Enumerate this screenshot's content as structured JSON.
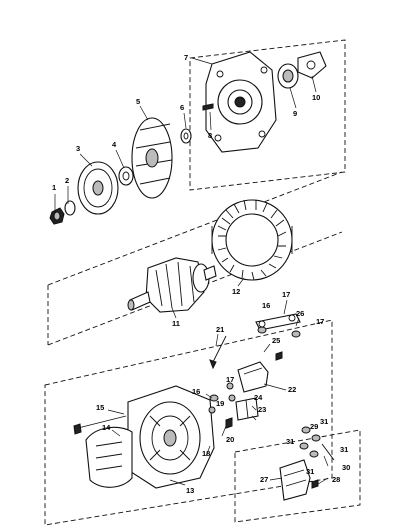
{
  "callouts": {
    "c1": "1",
    "c2": "2",
    "c3": "3",
    "c4": "4",
    "c5": "5",
    "c6": "6",
    "c7": "7",
    "c8": "8",
    "c9": "9",
    "c10": "10",
    "c11": "11",
    "c12": "12",
    "c13": "13",
    "c14": "14",
    "c15": "15",
    "c16a": "16",
    "c16b": "16",
    "c17a": "17",
    "c17b": "17",
    "c17c": "17",
    "c18": "18",
    "c19": "19",
    "c20": "20",
    "c21": "21",
    "c22": "22",
    "c23": "23",
    "c24": "24",
    "c25": "25",
    "c26": "26",
    "c27": "27",
    "c28": "28",
    "c29": "29",
    "c30": "30",
    "c31a": "31",
    "c31b": "31",
    "c31c": "31",
    "c31d": "31"
  }
}
